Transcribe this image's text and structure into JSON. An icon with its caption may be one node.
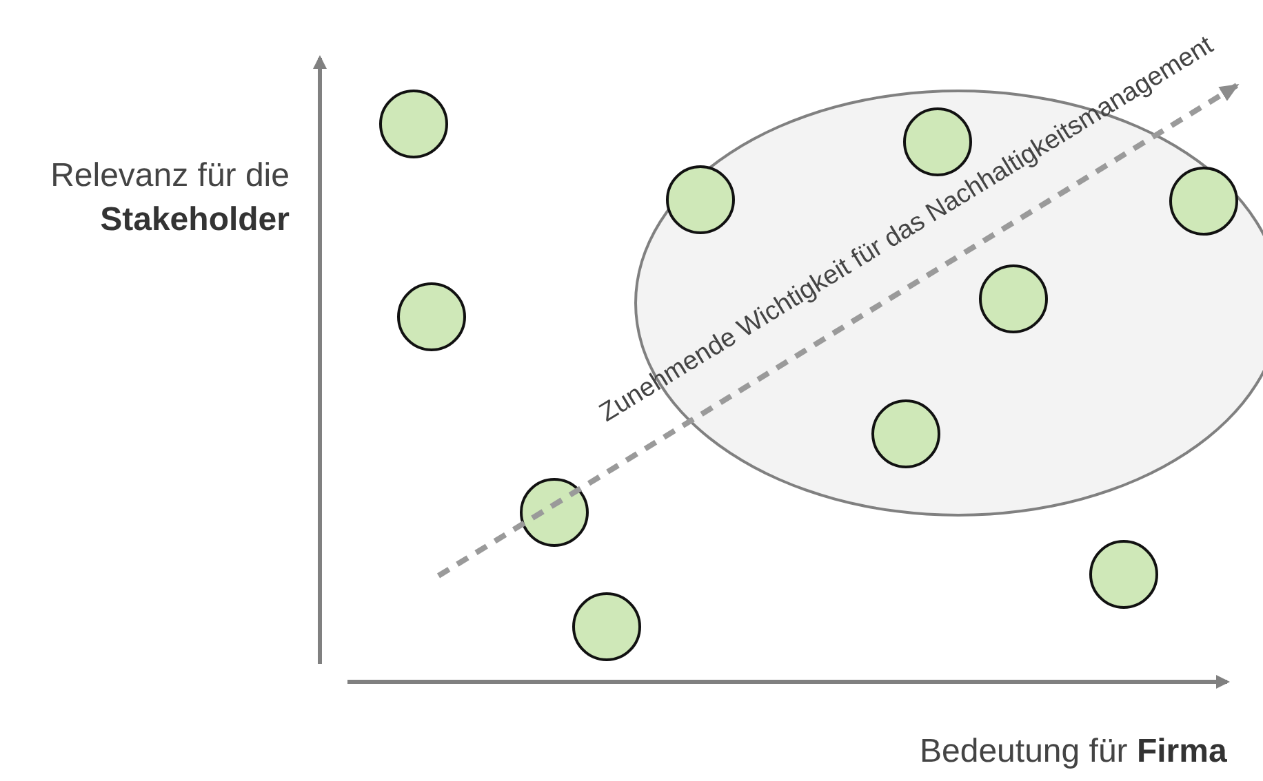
{
  "diagram": {
    "nodes": [
      {
        "text": [],
        "shape": "ellipse"
      },
      {
        "text": [],
        "shape": "circle"
      },
      {
        "text": [],
        "shape": "circle",
        "in": 0
      },
      {
        "text": [],
        "shape": "circle",
        "in": 0
      },
      {
        "text": [],
        "shape": "circle",
        "in": 0
      },
      {
        "text": [],
        "shape": "circle",
        "in": 0
      },
      {
        "text": [],
        "shape": "circle"
      },
      {
        "text": [],
        "shape": "circle",
        "in": 0
      },
      {
        "text": [],
        "shape": "circle"
      },
      {
        "text": [],
        "shape": "circle"
      },
      {
        "text": [],
        "shape": "circle"
      }
    ],
    "edges": [],
    "labels": [
      "Relevanz für die **Stakeholder**",
      "Zunehmende Wichtigkeit für das Nachhaltigkeitsmanagement",
      "Bedeutung für **Firma**"
    ]
  }
}
